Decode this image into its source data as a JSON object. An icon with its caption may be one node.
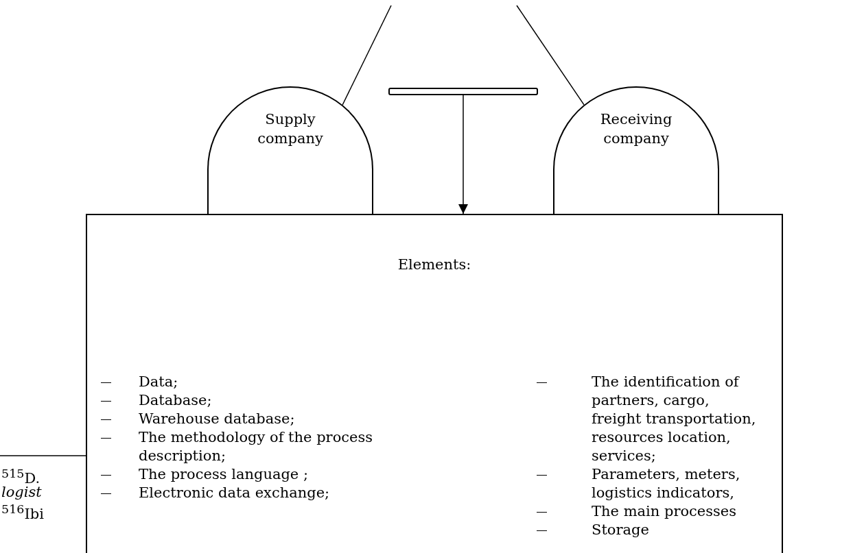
{
  "diagram": {
    "nodes": [
      {
        "text": [
          "Supply company"
        ]
      },
      {
        "text": [
          "Receiving company"
        ]
      },
      {
        "text": [],
        "shape": "bar"
      },
      {
        "text": [
          "Elements:",
          "Data;",
          "Database;",
          "Warehouse database;",
          "The methodology of the process description;",
          "The process language ;",
          "Electronic data exchange;",
          "The identification of partners, cargo, freight transportation, resources location, services;",
          "Parameters, meters, logistics indicators,",
          "The main processes",
          "Storage"
        ]
      }
    ],
    "edges": [
      {
        "from": null,
        "to": 0,
        "arrow": "none"
      },
      {
        "from": null,
        "to": 1,
        "arrow": "none"
      },
      {
        "from": 2,
        "to": 3,
        "arrow": "to"
      }
    ],
    "labels": [
      "$^{515}$D.",
      "logist",
      "$^{516}$Ibi"
    ]
  }
}
